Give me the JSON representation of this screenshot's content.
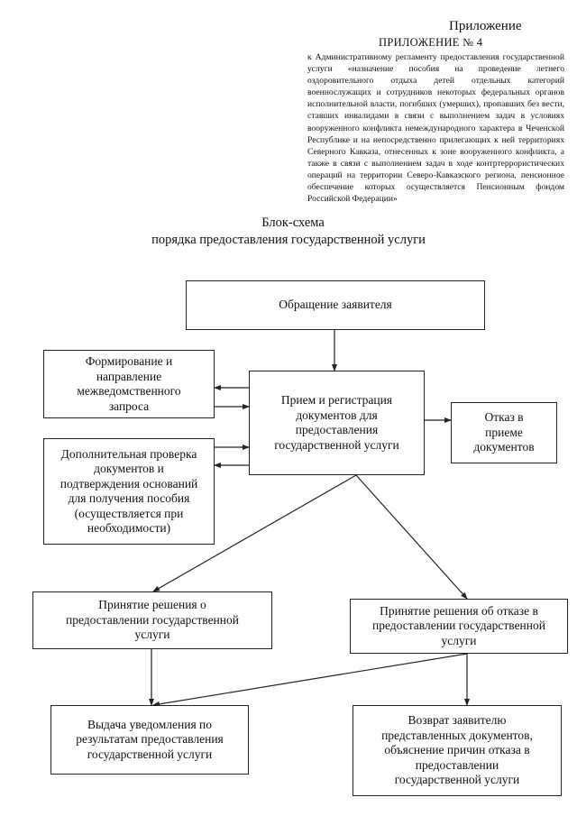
{
  "header": {
    "appendix_title": "Приложение",
    "appendix_number": "ПРИЛОЖЕНИЕ № 4",
    "appendix_text": "к Административному регламенту предоставления государственной услуги «назначение пособия на проведение летнего оздоровительного отдыха детей отдельных категорий военнослужащих и сотрудников некоторых федеральных органов исполнительной власти, погибших (умерших), пропавших без вести, ставших инвалидами в связи с выполнением задач в условиях вооруженного конфликта немеждународного характера в Чеченской Республике и на непосредственно прилегающих к ней территориях Северного Кавказа, отнесенных к зоне вооруженного конфликта, а также в связи с выполнением задач в ходе контртеррористических операций на территории Северо-Кавказского региона, пенсионное обеспечение которых осуществляется Пенсионным фондом Российской Федерации»"
  },
  "diagram": {
    "title": "Блок-схема",
    "subtitle": "порядка предоставления государственной услуги",
    "nodes": {
      "applicant_request": "Обращение заявителя",
      "interagency_request": "Формирование и\nнаправление\nмежведомственного\nзапроса",
      "reception_registration": "Прием и регистрация\nдокументов для\nпредоставления\nгосударственной услуги",
      "refusal_reception": "Отказ в\nприеме\nдокументов",
      "additional_check": "Дополнительная проверка\nдокументов и\nподтверждения оснований\nдля получения пособия\n(осуществляется при\nнеобходимости)",
      "decision_grant": "Принятие решения о\nпредоставлении государственной\nуслуги",
      "decision_refuse": "Принятие решения об отказе в\nпредоставлении государственной\nуслуги",
      "notification": "Выдача уведомления по\nрезультатам предоставления\nгосударственной услуги",
      "return_documents": "Возврат заявителю\nпредставленных документов,\nобъяснение причин отказа в\nпредоставлении\nгосударственной услуги"
    }
  }
}
